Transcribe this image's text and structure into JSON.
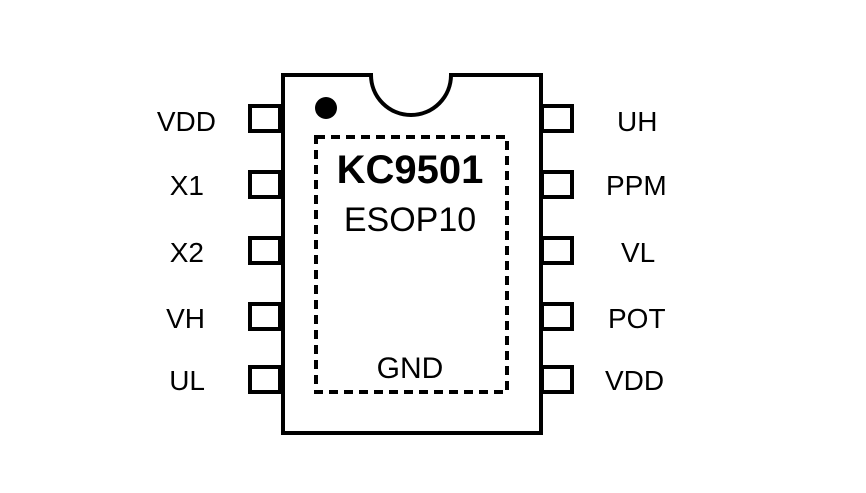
{
  "chip": {
    "part_name": "KC9501",
    "package": "ESOP10",
    "exposed_pad_label": "GND"
  },
  "left_pins": [
    {
      "label": "VDD"
    },
    {
      "label": "X1"
    },
    {
      "label": "X2"
    },
    {
      "label": "VH"
    },
    {
      "label": "UL"
    }
  ],
  "right_pins": [
    {
      "label": "UH"
    },
    {
      "label": "PPM"
    },
    {
      "label": "VL"
    },
    {
      "label": "POT"
    },
    {
      "label": "VDD"
    }
  ]
}
